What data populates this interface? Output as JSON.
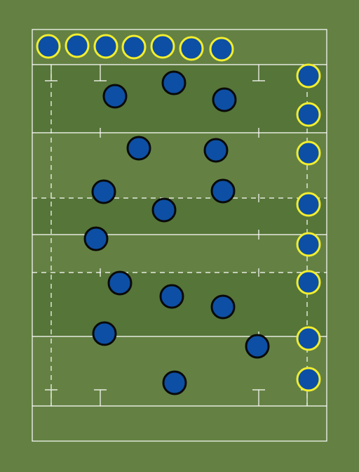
{
  "colors": {
    "background": "#648143",
    "stripe_dark": "#567538",
    "line": "#ffffff",
    "player_fill": "#0d4fa5",
    "home_outline": "#0a0a0a",
    "away_outline": "#f2ee2e"
  },
  "teams": {
    "home": {
      "outline_color": "black",
      "player_count": 15
    },
    "away": {
      "outline_color": "yellow",
      "starting_count": 8,
      "reserve_count": 7
    }
  }
}
